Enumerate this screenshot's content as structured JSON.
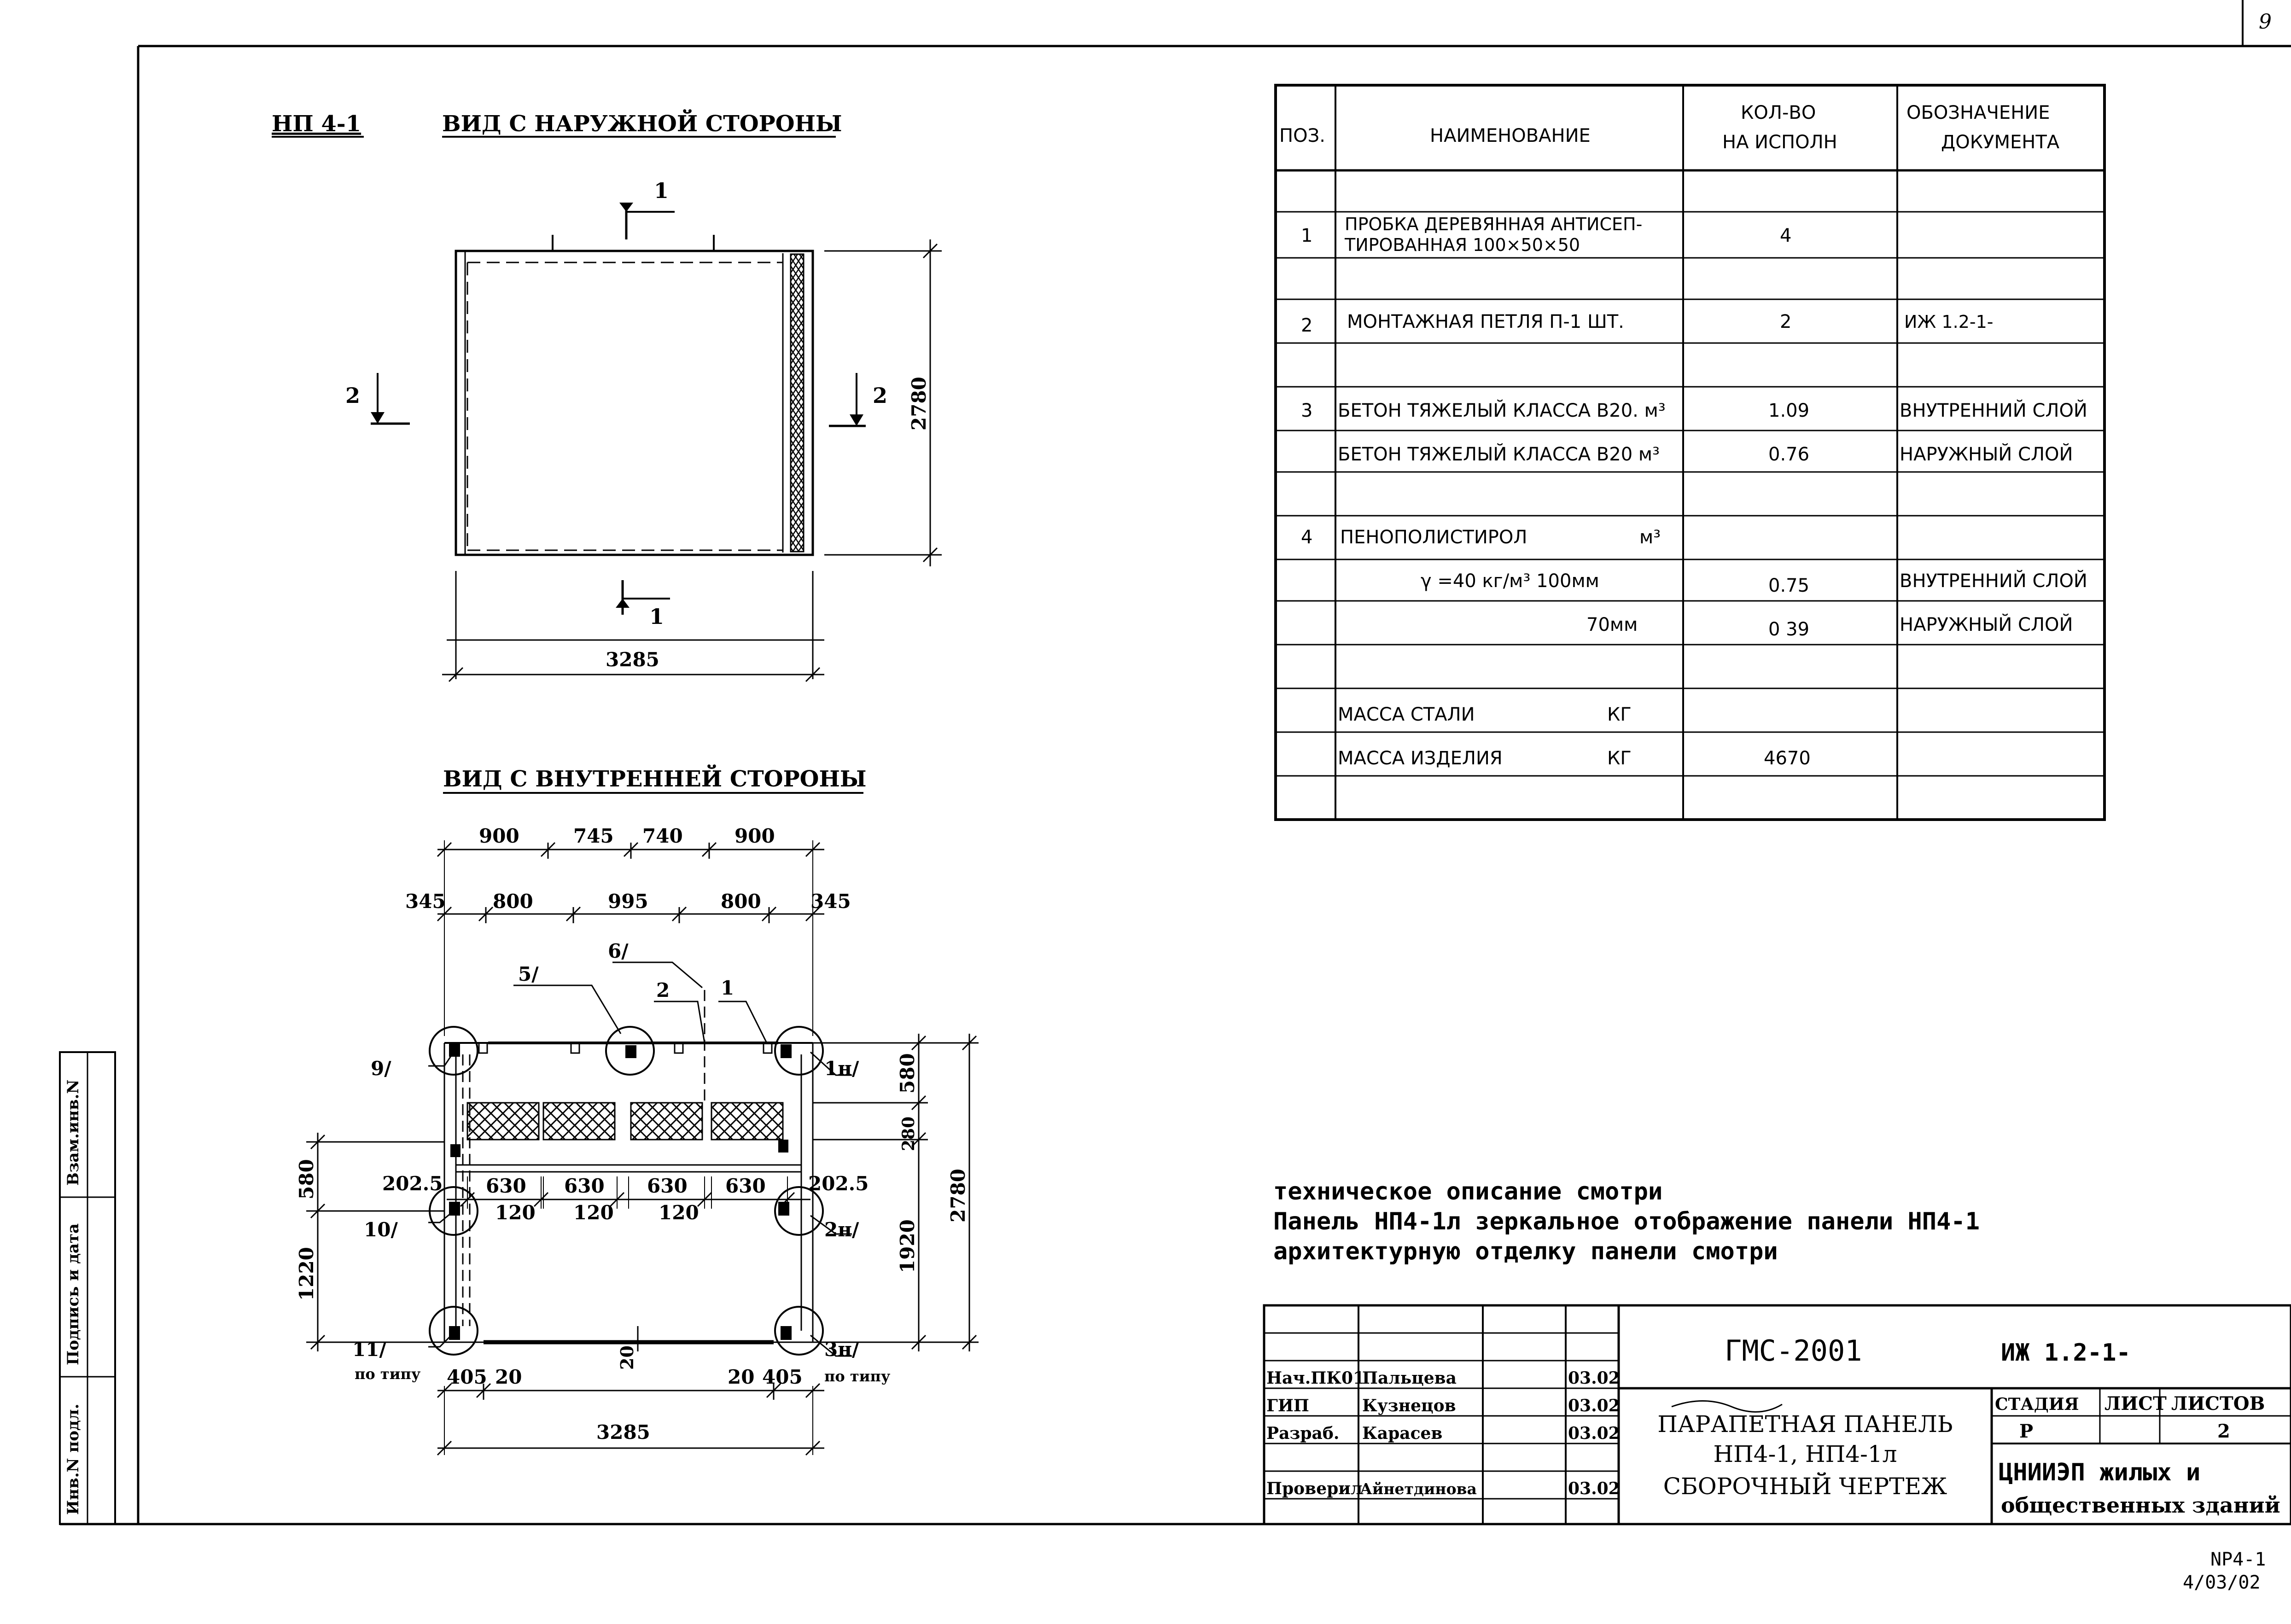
{
  "page_number": "9",
  "outer_view": {
    "mark": "НП 4-1",
    "title": "ВИД С НАРУЖНОЙ СТОРОНЫ",
    "section_1": "1",
    "section_2": "2",
    "dim_height": "2780",
    "dim_width": "3285"
  },
  "inner_view": {
    "title": "ВИД С ВНУТРЕННЕЙ СТОРОНЫ",
    "dims_top1": [
      "900",
      "745",
      "740",
      "900"
    ],
    "dims_top2": [
      "345",
      "800",
      "995",
      "800",
      "345"
    ],
    "dims_ribs": [
      "630",
      "630",
      "630",
      "630"
    ],
    "dims_gaps": [
      "120",
      "120",
      "120"
    ],
    "dim_side": "202.5",
    "dims_left": [
      "580",
      "1220"
    ],
    "dims_right": [
      "580",
      "280",
      "1920"
    ],
    "dim_total_height": "2780",
    "dims_bottom": [
      "405",
      "20",
      "20",
      "20",
      "405"
    ],
    "dim_total_width": "3285",
    "leaders": [
      "1",
      "2",
      "5/",
      "6/",
      "9/",
      "10/",
      "11/",
      "1н/",
      "2н/",
      "3н/"
    ],
    "po_tipu": "по типу"
  },
  "spec_table": {
    "headers": [
      "ПОЗ.",
      "НАИМЕНОВАНИЕ",
      "КОЛ-ВО",
      "НА ИСПОЛН",
      "ОБОЗНАЧЕНИЕ",
      "ДОКУМЕНТА"
    ],
    "rows": [
      {
        "pos": "1",
        "name": "ПРОБКА ДЕРЕВЯННАЯ АНТИСЕП-",
        "name2": "ТИРОВАННАЯ 100×50×50",
        "qty": "4",
        "doc": ""
      },
      {
        "pos": "2",
        "name": "МОНТАЖНАЯ ПЕТЛЯ П-1   ШТ.",
        "qty": "2",
        "doc": "ИЖ 1.2-1-"
      },
      {
        "pos": "3",
        "name": "БЕТОН ТЯЖЕЛЫЙ КЛАССА В20. м³",
        "qty": "1.09",
        "doc": "ВНУТРЕННИЙ СЛОЙ"
      },
      {
        "pos": "",
        "name": "БЕТОН ТЯЖЕЛЫЙ КЛАССА В20 м³",
        "qty": "0.76",
        "doc": "НАРУЖНЫЙ СЛОЙ"
      },
      {
        "pos": "4",
        "name": "ПЕНОПОЛИСТИРОЛ",
        "unit": "м³",
        "qty": "",
        "doc": ""
      },
      {
        "pos": "",
        "name": "γ =40 кг/м³   100мм",
        "qty": "0.75",
        "doc": "ВНУТРЕННИЙ СЛОЙ"
      },
      {
        "pos": "",
        "name": "70мм",
        "qty": "0 39",
        "doc": "НАРУЖНЫЙ СЛОЙ"
      },
      {
        "pos": "",
        "name": "МАССА СТАЛИ",
        "unit": "КГ",
        "qty": "",
        "doc": ""
      },
      {
        "pos": "",
        "name": "МАССА ИЗДЕЛИЯ",
        "unit": "КГ",
        "qty": "4670",
        "doc": ""
      }
    ]
  },
  "notes": [
    "техническое описание смотри",
    "Панель НП4-1л зеркальное отображение панели НП4-1",
    "архитектурную отделку панели смотри"
  ],
  "title_block": {
    "code": "ГМС-2001",
    "designation": "ИЖ 1.2-1-",
    "people": [
      {
        "role": "Нач.ПК01",
        "name": "Пальцева",
        "date": "03.02"
      },
      {
        "role": "ГИП",
        "name": "Кузнецов",
        "date": "03.02"
      },
      {
        "role": "Разраб.",
        "name": "Карасев",
        "date": "03.02"
      },
      {
        "role": "Проверил",
        "name": "Айнетдинова",
        "date": "03.02"
      }
    ],
    "title_lines": [
      "ПАРАПЕТНАЯ ПАНЕЛЬ",
      "НП4-1, НП4-1л",
      "СБОРОЧНЫЙ ЧЕРТЕЖ"
    ],
    "stage_label": "СТАДИЯ",
    "sheet_label": "ЛИСТ",
    "sheets_label": "ЛИСТОВ",
    "stage": "Р",
    "sheet": "",
    "sheets": "2",
    "org": [
      "ЦНИИЭП жилых и",
      "общественных зданий"
    ]
  },
  "side_stamps": [
    "Взам.инв.N",
    "Подпись и дата",
    "Инв.N подл."
  ],
  "file_id": [
    "NP4-1",
    "4/03/02"
  ]
}
